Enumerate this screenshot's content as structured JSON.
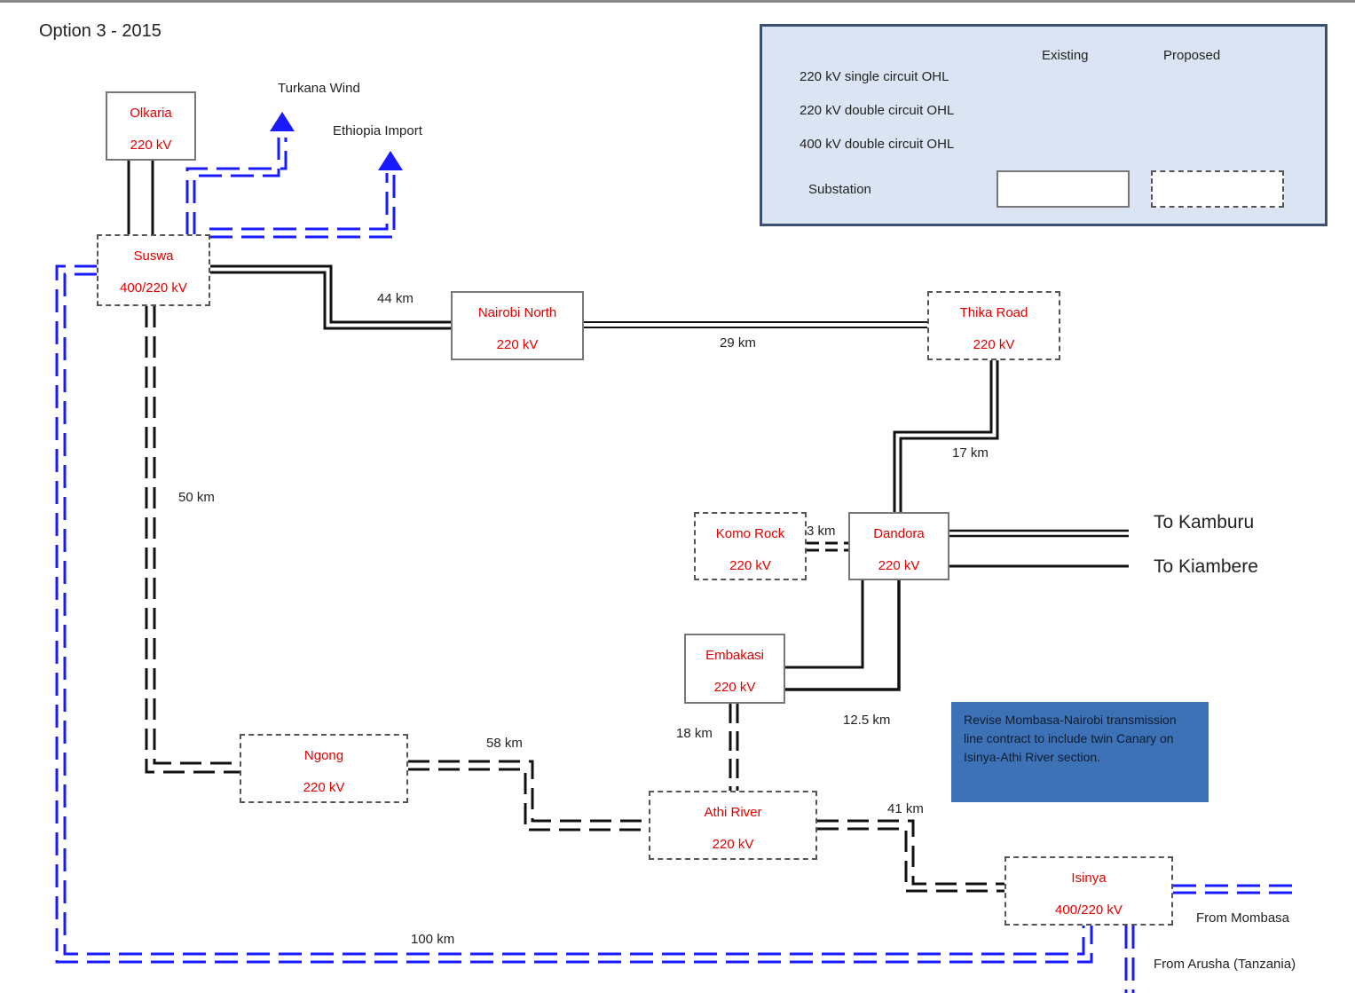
{
  "page": {
    "title": "Option 3 - 2015"
  },
  "legend": {
    "col_existing": "Existing",
    "col_proposed": "Proposed",
    "rows": [
      {
        "label": "220 kV single circuit OHL"
      },
      {
        "label": "220 kV double circuit OHL"
      },
      {
        "label": "400 kV double circuit OHL"
      },
      {
        "label": "Substation"
      }
    ]
  },
  "substations": {
    "olkaria": {
      "name": "Olkaria",
      "voltage": "220 kV"
    },
    "suswa": {
      "name": "Suswa",
      "voltage": "400/220 kV"
    },
    "nairobi": {
      "name": "Nairobi North",
      "voltage": "220 kV"
    },
    "thika": {
      "name": "Thika Road",
      "voltage": "220 kV"
    },
    "komo": {
      "name": "Komo Rock",
      "voltage": "220 kV"
    },
    "dandora": {
      "name": "Dandora",
      "voltage": "220 kV"
    },
    "embakasi": {
      "name": "Embakasi",
      "voltage": "220 kV"
    },
    "ngong": {
      "name": "Ngong",
      "voltage": "220 kV"
    },
    "athi": {
      "name": "Athi River",
      "voltage": "220 kV"
    },
    "isinya": {
      "name": "Isinya",
      "voltage": "400/220 kV"
    }
  },
  "distances": {
    "d44": "44 km",
    "d29": "29 km",
    "d17": "17 km",
    "d3": "3 km",
    "d50": "50 km",
    "d18": "18 km",
    "d125": "12.5 km",
    "d58": "58 km",
    "d41": "41 km",
    "d100": "100 km"
  },
  "external": {
    "turkana": "Turkana Wind",
    "ethiopia": "Ethiopia Import",
    "kamburu": "To Kamburu",
    "kiambere": "To Kiambere",
    "mombasa": "From Mombasa",
    "arusha": "From Arusha (Tanzania)"
  },
  "note": {
    "text": "Revise Mombasa-Nairobi transmission line contract to include twin Canary on Isinya-Athi River section."
  },
  "colors": {
    "existing_line": "#111111",
    "blue_line": "#1a1aff",
    "label_red": "#e00000",
    "legend_bg": "#dbe4f2",
    "note_bg": "#3e72b6"
  }
}
